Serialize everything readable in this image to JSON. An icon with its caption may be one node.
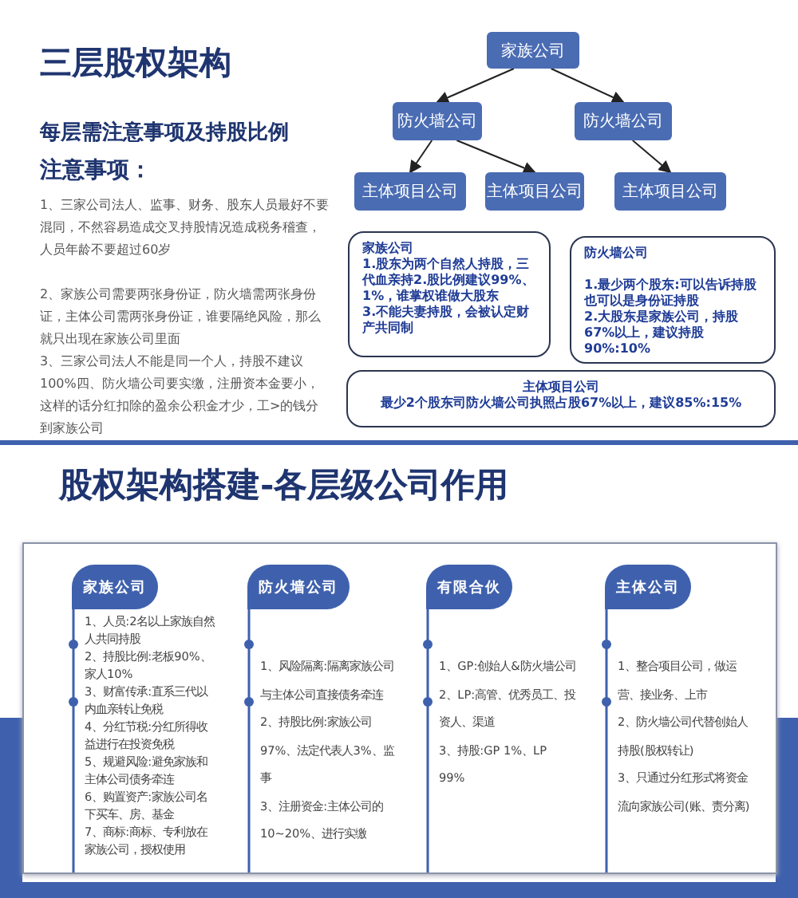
{
  "diagram": {
    "title": "三层股权架构",
    "nodes": [
      {
        "text": [
          "家族公司"
        ]
      },
      {
        "text": [
          "防火墙公司"
        ]
      },
      {
        "text": [
          "防火墙公司"
        ]
      },
      {
        "text": [
          "主体项目公司"
        ]
      },
      {
        "text": [
          "主体项目公司"
        ]
      },
      {
        "text": [
          "主体项目公司"
        ]
      },
      {
        "text": [
          "家族公司",
          "1.股东为两个自然人持股，三代血亲持2.股比例建议99%、1%，谁掌权谁做大股东",
          "3.不能夫妻持股，会被认定财产共同制"
        ]
      },
      {
        "text": [
          "防火墙公司",
          "1.最少两个股东:可以告诉持股也可以是身份证持股",
          "2.大股东是家族公司，持股67%以上，建议持股90%:10%"
        ]
      },
      {
        "text": [
          "主体项目公司",
          "最少2个股东司防火墙公司执照占股67%以上，建议85%:15%"
        ]
      },
      {
        "text": [],
        "shape": "box"
      },
      {
        "text": [
          "家族公司",
          "1、人员:2名以上家族自然人共同持股",
          "2、持股比例:老板90%、家人10%",
          "3、财富传承:直系三代以内血亲转让免税",
          "4、分红节税:分红所得收益进行在投资免税",
          "5、规避风险:避免家族和主体公司债务牵连",
          "6、购置资产:家族公司名下买车、房、基金",
          "7、商标:商标、专利放在家族公司，授权使用"
        ],
        "in": 9
      },
      {
        "text": [
          "防火墙公司",
          "1、风险隔离:隔离家族公司与主体公司直接债务牵连",
          "2、持股比例:家族公司97%、法定代表人3%、监事",
          "3、注册资金:主体公司的10~20%、进行实缴"
        ],
        "in": 9
      },
      {
        "text": [
          "有限合伙",
          "1、GP:创始人&防火墙公司",
          "2、LP:高管、优秀员工、投资人、渠道",
          "3、持股:GP 1%、LP 99%"
        ],
        "in": 9
      },
      {
        "text": [
          "主体公司",
          "1、整合项目公司，做运营、接业务、上市",
          "2、防火墙公司代替创始人持股(股权转让)",
          "3、只通过分红形式将资金流向家族公司(账、责分离)"
        ],
        "in": 9
      }
    ],
    "edges": [
      {
        "from": 0,
        "to": 1,
        "arrow": "to"
      },
      {
        "from": 0,
        "to": 2,
        "arrow": "to"
      },
      {
        "from": 1,
        "to": 3,
        "arrow": "to"
      },
      {
        "from": 1,
        "to": 4,
        "arrow": "to"
      },
      {
        "from": 2,
        "to": 5,
        "arrow": "to"
      }
    ],
    "labels": [
      "每层需注意事项及持股比例",
      "注意事项：",
      "1、三家公司法人、监事、财务、股东人员最好不要混同，不然容易造成交叉持股情况造成税务稽查，人员年龄不要超过60岁",
      "2、家族公司需要两张身份证，防火墙需两张身份证，主体公司需两张身份证，谁要隔绝风险，那么就只出现在家族公司里面",
      "3、三家公司法人不能是同一个人，持股不建议100%四、防火墙公司要实缴，注册资本金要小，这样的话分红扣除的盈余公积金才少，工>的钱分到家族公司",
      "股权架构搭建-各层级公司作用"
    ]
  }
}
